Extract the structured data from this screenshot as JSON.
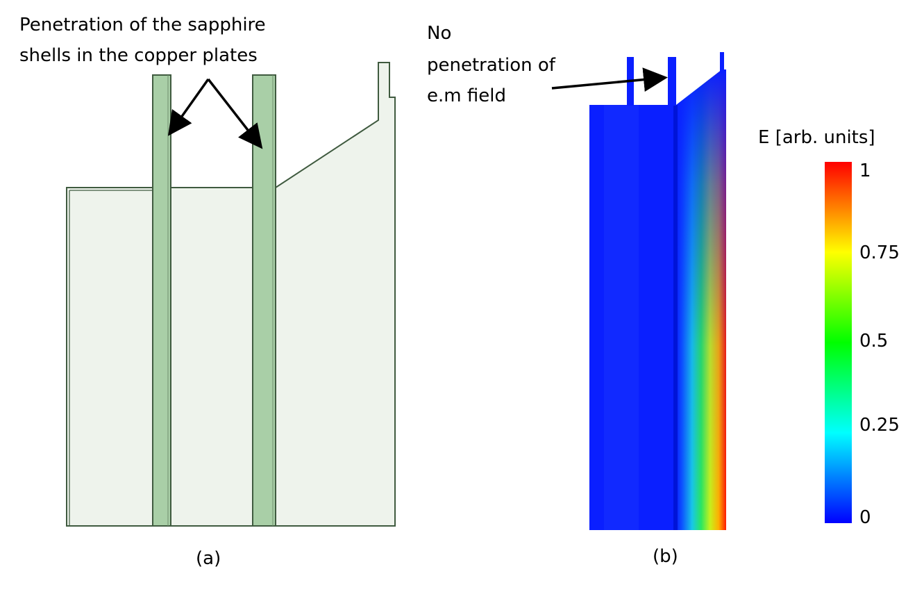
{
  "panel_a": {
    "caption": "(a)",
    "annotation_line1": "Penetration of the sapphire",
    "annotation_line2": "shells in the copper plates"
  },
  "panel_b": {
    "caption": "(b)",
    "annotation_line1": "No",
    "annotation_line2": "penetration of",
    "annotation_line3": "e.m field"
  },
  "colorbar": {
    "title": "E [arb. units]",
    "ticks": [
      "1",
      "0.75",
      "0.5",
      "0.25",
      "0"
    ],
    "colors": [
      "#ff0000",
      "#ffff00",
      "#00ff00",
      "#00ffff",
      "#0000ff"
    ]
  },
  "colors": {
    "plate_fill": "#eef3ec",
    "shell_fill": "#a9cfa7",
    "outline": "#3f5a3f",
    "field_low": "#0a1fff",
    "arrow": "#000000"
  }
}
